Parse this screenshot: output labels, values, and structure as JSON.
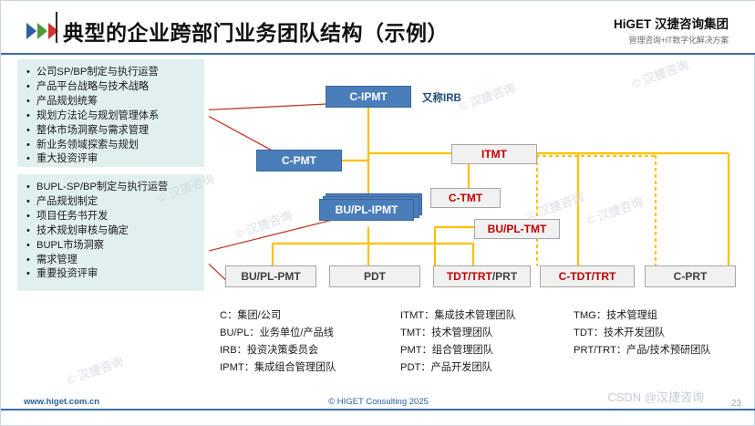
{
  "header": {
    "title": "典型的企业跨部门业务团队结构（示例）",
    "brand_main": "HiGET 汉捷咨询集团",
    "brand_sub": "管理咨询+IT数字化解决方案"
  },
  "info_boxes": [
    {
      "name": "company-level-responsibilities",
      "items": [
        "公司SP/BP制定与执行运营",
        "产品平台战略与技术战略",
        "产品规划统筹",
        "规划方法论与规划管理体系",
        "整体市场洞察与需求管理",
        "新业务领域探索与规划",
        "重大投资评审"
      ]
    },
    {
      "name": "bupl-level-responsibilities",
      "items": [
        "BUPL-SP/BP制定与执行运营",
        "产品规划制定",
        "项目任务书开发",
        "技术规划审核与确定",
        "BUPL市场洞察",
        "需求管理",
        "重要投资评审"
      ]
    }
  ],
  "chart": {
    "annotation_irb": "又称IRB",
    "nodes": {
      "c_ipmt": "C-IPMT",
      "c_pmt": "C-PMT",
      "bu_pl_ipmt": "BU/PL-IPMT",
      "itmt": "ITMT",
      "c_tmt": "C-TMT",
      "bu_pl_tmt": "BU/PL-TMT",
      "bu_pl_pmt": "BU/PL-PMT",
      "pdt": "PDT",
      "tdt_trt": "TDT/TRT",
      "prt_suffix": "/PRT",
      "c_tdt_trt": "C-TDT/TRT",
      "c_prt": "C-PRT"
    }
  },
  "legend": {
    "col1": [
      "C：集团/公司",
      "BU/PL：业务单位/产品线",
      "IRB：投资决策委员会",
      "IPMT：集成组合管理团队"
    ],
    "col2": [
      "ITMT：集成技术管理团队",
      "TMT：技术管理团队",
      "PMT：组合管理团队",
      "PDT：产品开发团队"
    ],
    "col3": [
      "TMG：技术管理组",
      "TDT：技术开发团队",
      "PRT/TRT：产品/技术预研团队"
    ]
  },
  "footer": {
    "url": "www.higet.com.cn",
    "copyright": "©  HIGET Consulting   2025",
    "page_number": "23",
    "watermark": "CSDN @汉捷咨询"
  },
  "colors": {
    "accent_blue": "#3b6ea5",
    "node_blue": "#4a7ebb",
    "node_gray": "#f1f1f1",
    "label_red": "#c00000",
    "connector_yellow": "#ffc000",
    "arrow_red": "#c0392b",
    "info_bg": "#e2eff0"
  }
}
